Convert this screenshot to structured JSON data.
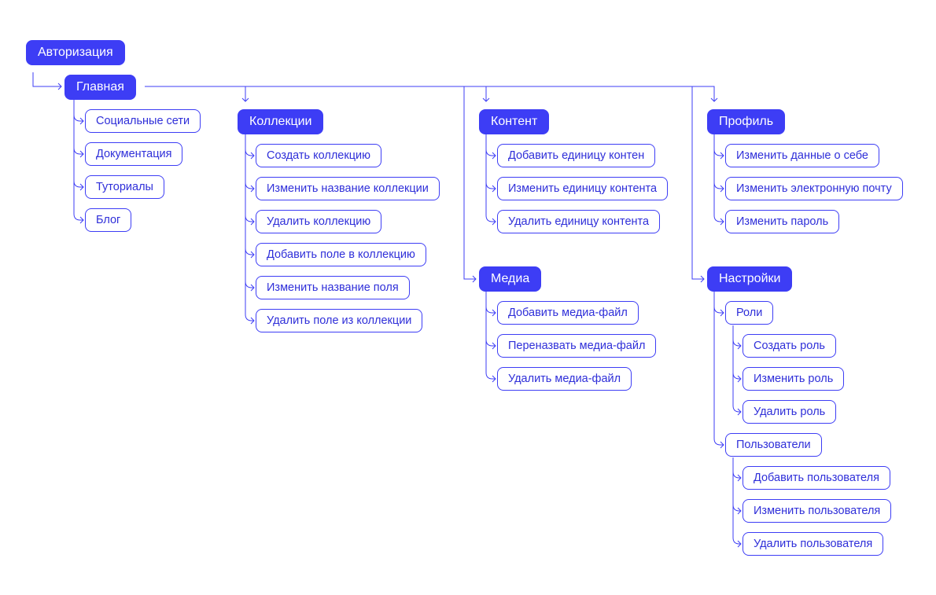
{
  "colors": {
    "accent": "#3d3df5",
    "secondary_text": "#2f2fd9",
    "background": "#ffffff"
  },
  "nodes": {
    "auth": "Авторизация",
    "home": "Главная",
    "home_items": [
      "Социальные сети",
      "Документация",
      "Туториалы",
      "Блог"
    ],
    "collections": "Коллекции",
    "collections_items": [
      "Создать коллекцию",
      "Изменить название коллекции",
      "Удалить коллекцию",
      "Добавить поле в коллекцию",
      "Изменить название поля",
      "Удалить поле из коллекции"
    ],
    "content": "Контент",
    "content_items": [
      "Добавить единицу контен",
      "Изменить единицу контента",
      "Удалить единицу контента"
    ],
    "media": "Медиа",
    "media_items": [
      "Добавить медиа-файл",
      "Переназвать медиа-файл",
      "Удалить медиа-файл"
    ],
    "profile": "Профиль",
    "profile_items": [
      "Изменить данные о себе",
      "Изменить электронную почту",
      "Изменить пароль"
    ],
    "settings": "Настройки",
    "roles": "Роли",
    "roles_items": [
      "Создать роль",
      "Изменить роль",
      "Удалить роль"
    ],
    "users": "Пользователи",
    "users_items": [
      "Добавить пользователя",
      "Изменить пользователя",
      "Удалить пользователя"
    ]
  }
}
